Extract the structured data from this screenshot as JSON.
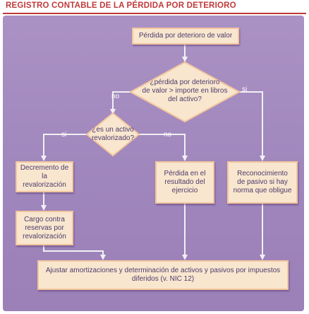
{
  "title": "REGISTRO CONTABLE DE LA PÉRDIDA POR DETERIORO",
  "nodes": {
    "start": "Pérdida por deterioro de valor",
    "decision1": "¿pérdida por deterioro\nde valor > importe en libros\ndel activo?",
    "decision2": "¿es un activo\nrevalorizado?",
    "decremento": "Decremento de\nla revalorización",
    "cargo": "Cargo contra\nreservas por\nrevalorización",
    "perdida_resultado": "Pérdida en el\nresultado del\nejercicio",
    "reconocimiento": "Reconocimiento\nde pasivo si hay\nnorma que obligue",
    "ajustar": "Ajustar amortizaciones y determinación de activos y pasivos por impuestos\ndiferidos (v. NIC 12)"
  },
  "edge_labels": {
    "d1_no": "no",
    "d1_si": "si",
    "d2_si": "si",
    "d2_no": "no"
  },
  "colors": {
    "title": "#c0393a",
    "panel": "#a58cc0",
    "box_fill": "#f8e6cf",
    "box_border": "#f3c69d",
    "arrow": "#f1f0f6",
    "text": "#4d3b6b"
  }
}
